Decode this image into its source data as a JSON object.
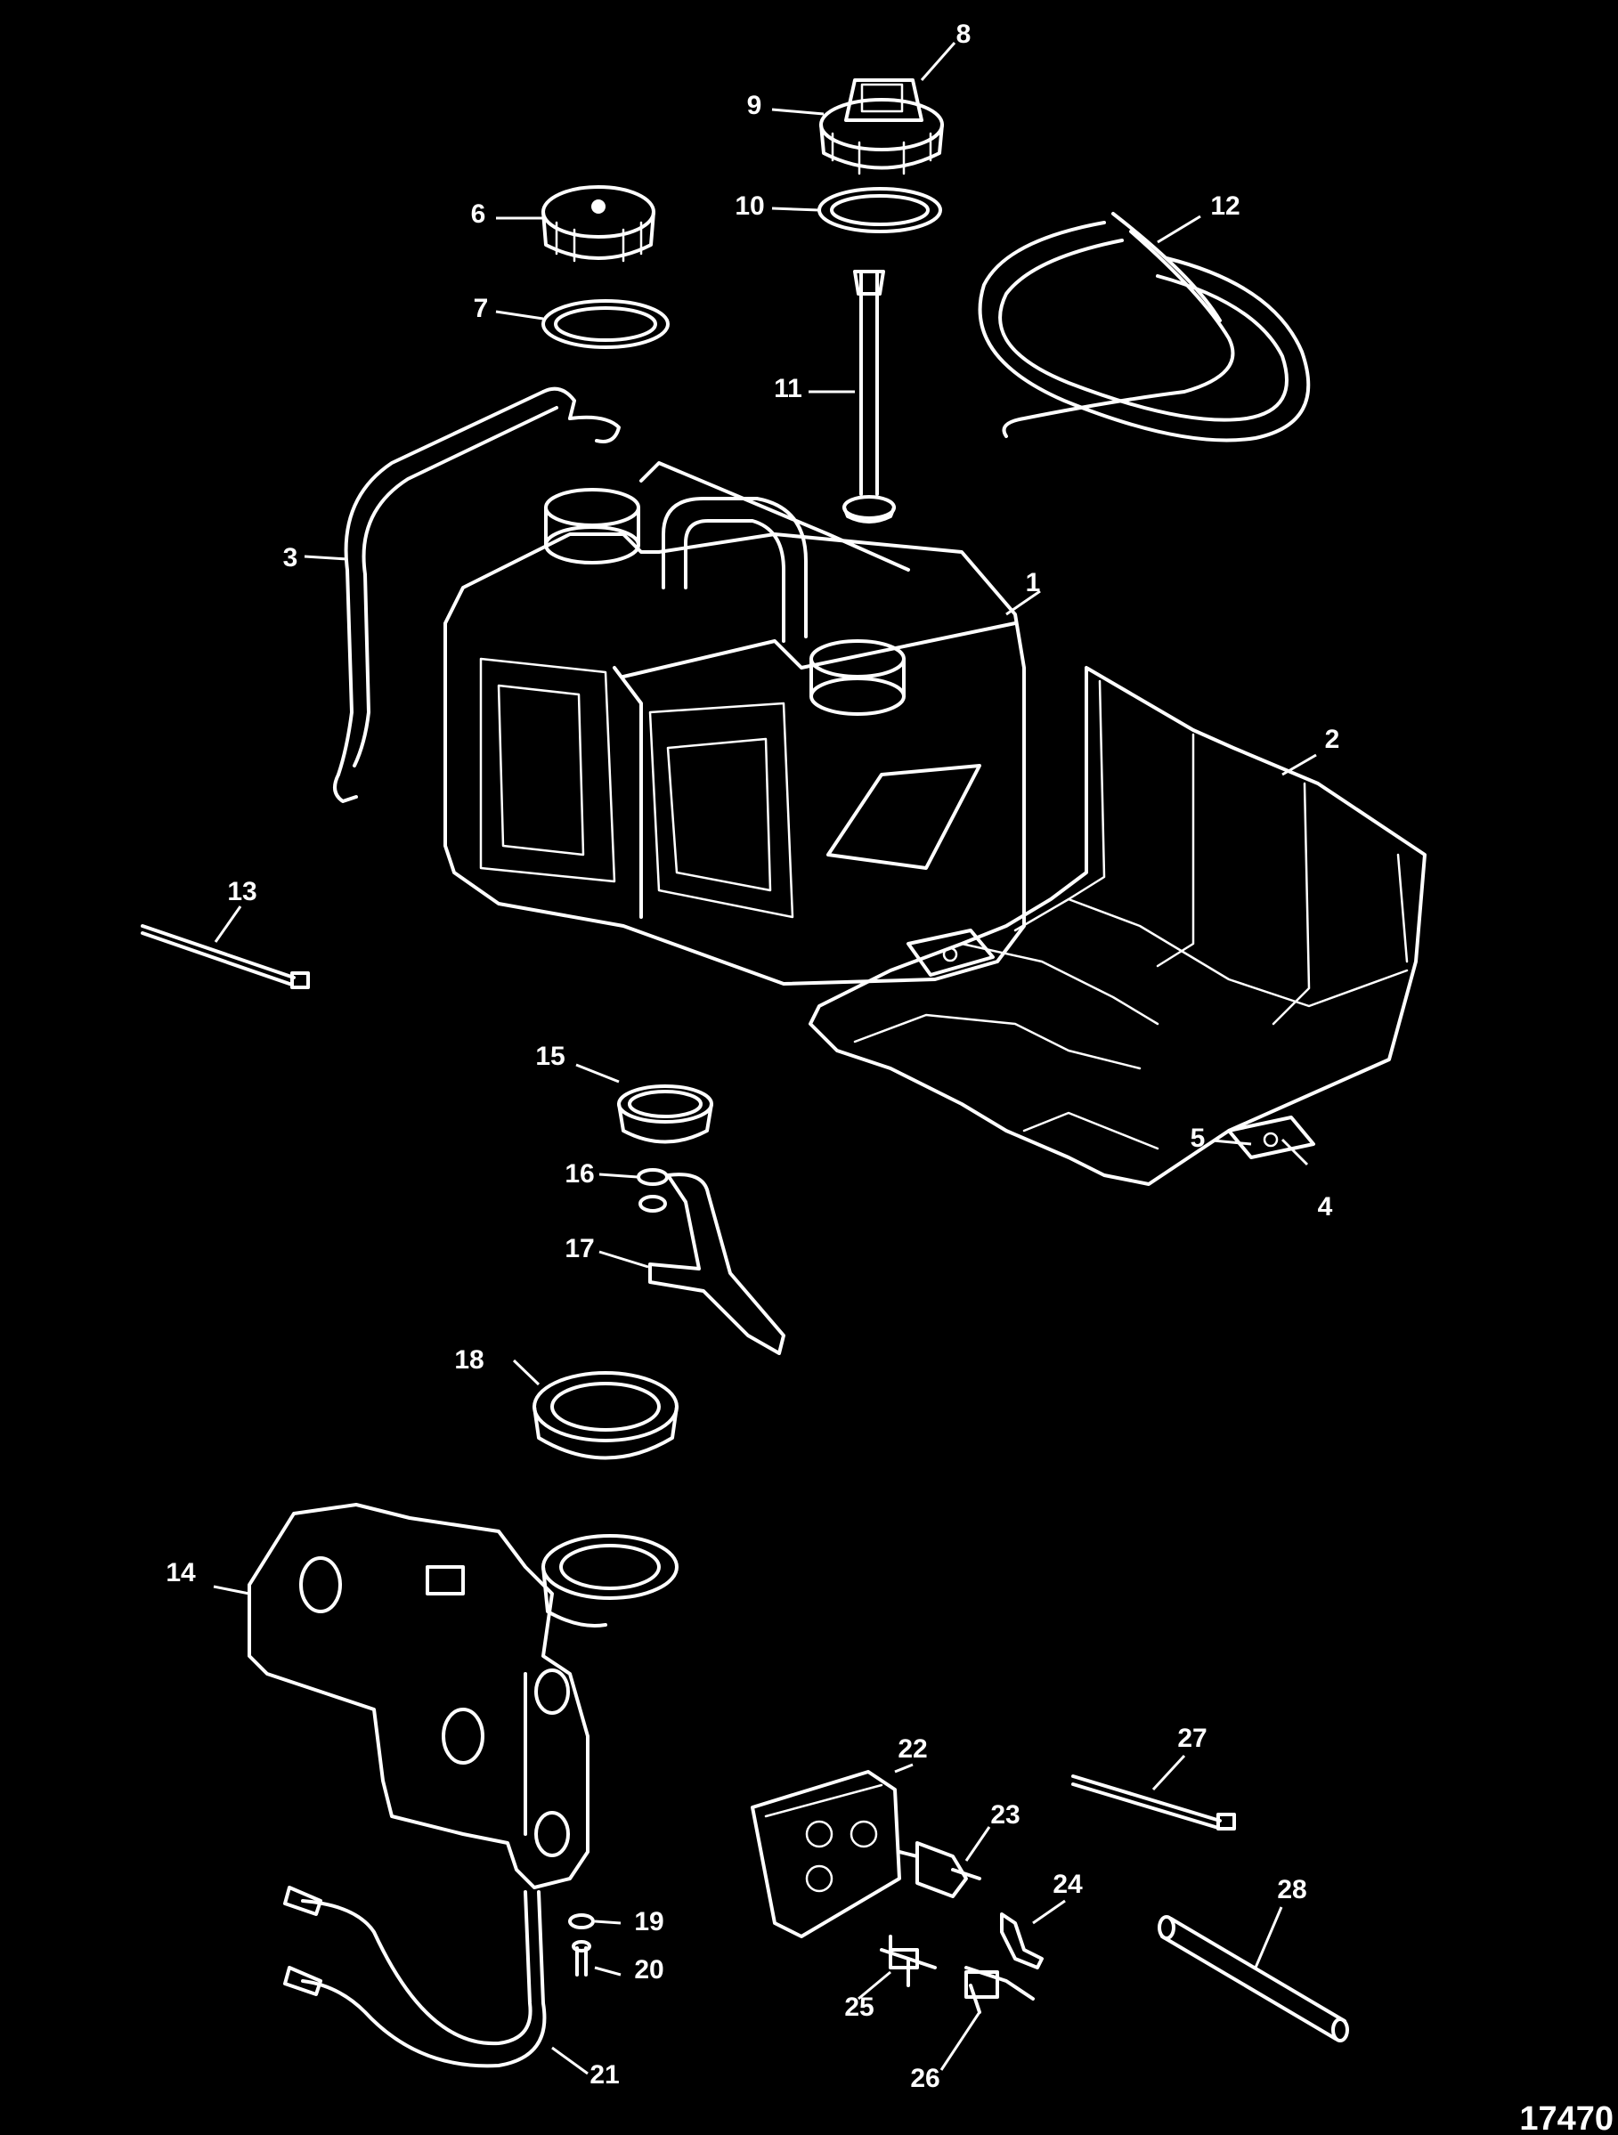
{
  "figure_number": "17470",
  "callouts": [
    "1",
    "2",
    "3",
    "4",
    "5",
    "6",
    "7",
    "8",
    "9",
    "10",
    "11",
    "12",
    "13",
    "14",
    "15",
    "16",
    "17",
    "18",
    "19",
    "20",
    "21",
    "22",
    "23",
    "24",
    "25",
    "26",
    "27",
    "28"
  ],
  "colors": {
    "background": "#000000",
    "line": "#ffffff"
  }
}
